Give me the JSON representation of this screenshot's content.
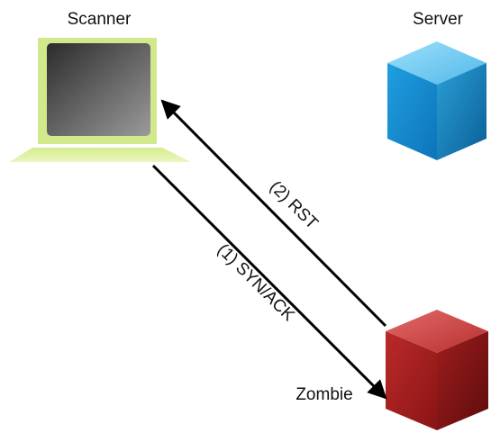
{
  "nodes": {
    "scanner": {
      "label": "Scanner",
      "icon": "laptop-icon",
      "color": "#cfe68a"
    },
    "server": {
      "label": "Server",
      "icon": "cube-icon",
      "color": "#1f9ad6"
    },
    "zombie": {
      "label": "Zombie",
      "icon": "cube-icon",
      "color": "#b01e22"
    }
  },
  "edges": [
    {
      "from": "zombie",
      "to": "scanner",
      "label": "(2) RST"
    },
    {
      "from": "scanner",
      "to": "zombie",
      "label": "(1) SYN/ACK"
    }
  ],
  "colors": {
    "arrow": "#000000",
    "laptop_screen": "#3a3a3a"
  }
}
